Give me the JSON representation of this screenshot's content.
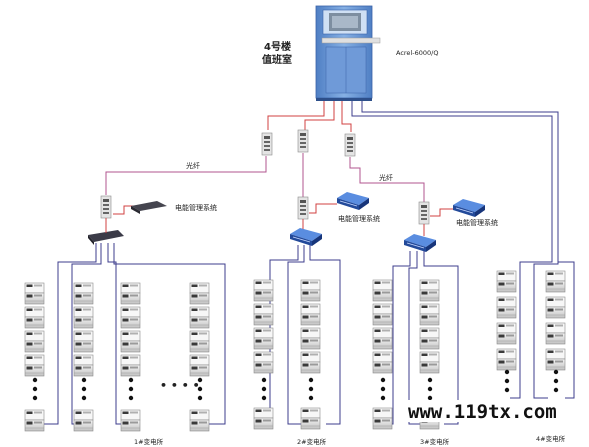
{
  "building_label_line1": "4号楼",
  "building_label_line2": "值班室",
  "server_label": "Acrel-6000/Q",
  "fiber_label_1": "光纤",
  "fiber_label_2": "光纤",
  "system_label_1": "电能管理系统",
  "system_label_2": "电能管理系统",
  "system_label_3": "电能管理系统",
  "substations": [
    {
      "name": "1#变电所"
    },
    {
      "name": "2#变电所"
    },
    {
      "name": "3#变电所"
    },
    {
      "name": "4#变电所"
    }
  ],
  "ellipsis": "• • • •",
  "watermark": "www.119tx.com",
  "colors": {
    "fiber": "#b2558f",
    "cable": "#d04040",
    "bus": "#3c3c8c",
    "cabinet": "#5f8fd0"
  }
}
